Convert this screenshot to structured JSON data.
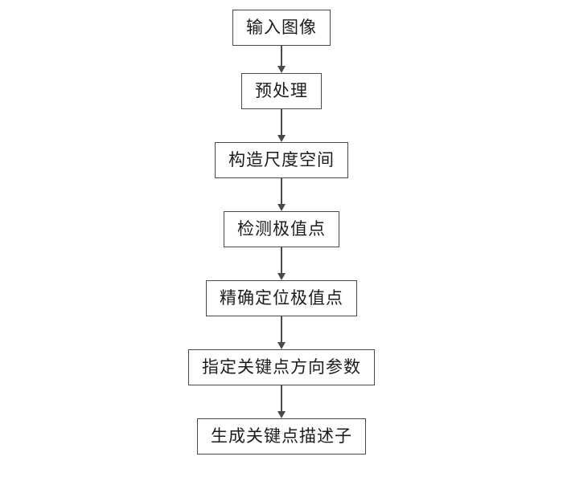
{
  "flowchart": {
    "title": "",
    "steps": [
      {
        "label": "输入图像"
      },
      {
        "label": "预处理"
      },
      {
        "label": "构造尺度空间"
      },
      {
        "label": "检测极值点"
      },
      {
        "label": "精确定位极值点"
      },
      {
        "label": "指定关键点方向参数"
      },
      {
        "label": "生成关键点描述子"
      }
    ],
    "colors": {
      "background": "#ffffff",
      "box_fill": "#ffffff",
      "box_border": "#4a4a4a",
      "arrow": "#4a4a4a",
      "text": "#1c1c1c"
    }
  }
}
